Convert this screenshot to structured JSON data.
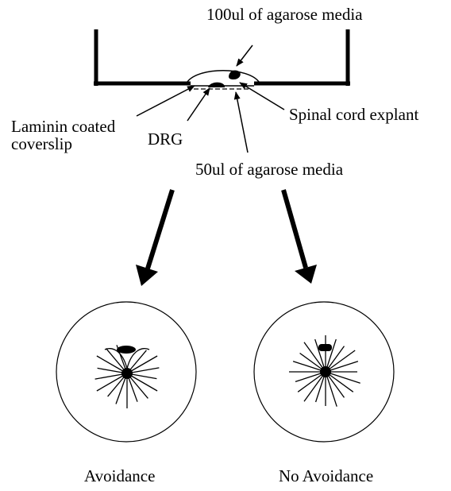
{
  "labels": {
    "top_media": "100ul of agarose media",
    "coverslip_line1": "Laminin coated",
    "coverslip_line2": "coverslip",
    "drg": "DRG",
    "spinal_cord": "Spinal cord explant",
    "bottom_media": "50ul of agarose media"
  },
  "outcomes": {
    "left": "Avoidance",
    "right": "No Avoidance"
  },
  "colors": {
    "ink": "#000000",
    "background": "#ffffff"
  }
}
